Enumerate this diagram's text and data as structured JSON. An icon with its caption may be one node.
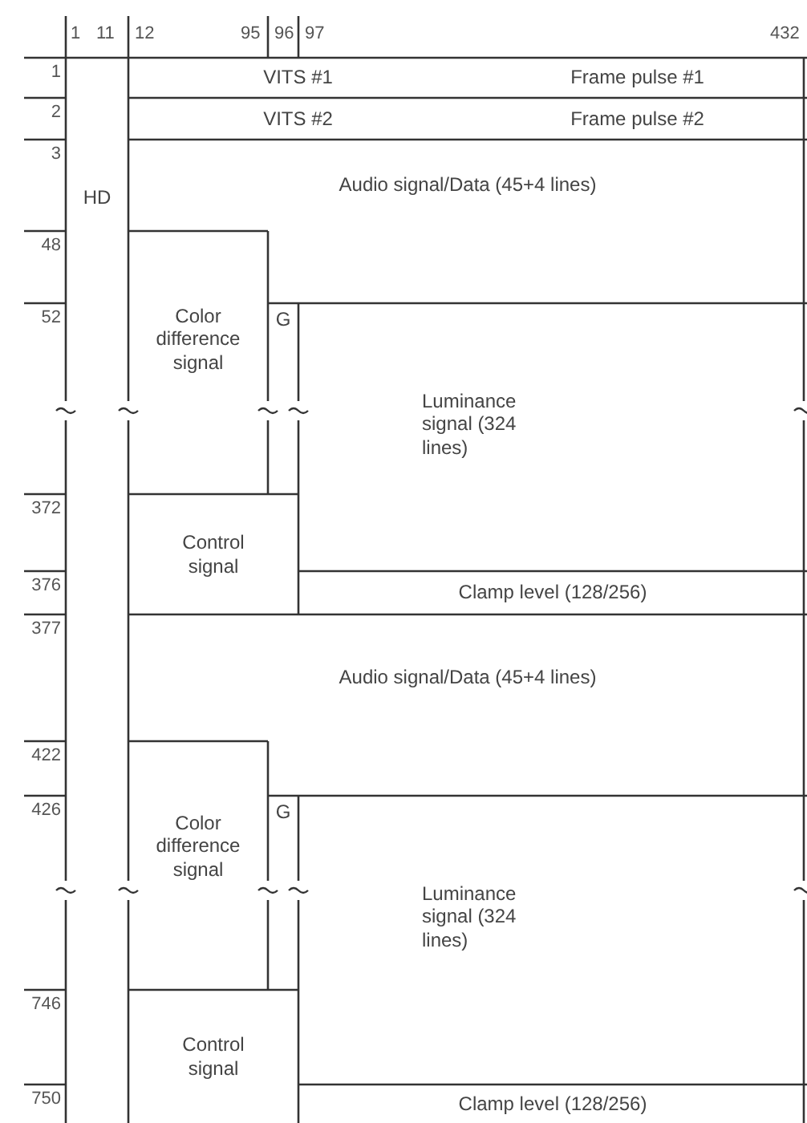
{
  "diagram": {
    "nodes": [
      {
        "text": [
          "HD"
        ]
      },
      {
        "text": [
          "VITS #1",
          "Frame pulse #1"
        ]
      },
      {
        "text": [
          "VITS #2",
          "Frame pulse #2"
        ]
      },
      {
        "text": [
          "Audio signal/Data (45+4 lines)"
        ]
      },
      {
        "text": [
          "Color difference signal"
        ]
      },
      {
        "text": [
          "G"
        ]
      },
      {
        "text": [
          "Luminance signal (324 lines)"
        ]
      },
      {
        "text": [
          "Control signal"
        ]
      },
      {
        "text": [
          "Clamp level (128/256)"
        ]
      },
      {
        "text": [
          "Audio signal/Data (45+4 lines)"
        ]
      },
      {
        "text": [
          "Color difference signal"
        ]
      },
      {
        "text": [
          "G"
        ]
      },
      {
        "text": [
          "Luminance signal (324 lines)"
        ]
      },
      {
        "text": [
          "Control signal"
        ]
      },
      {
        "text": [
          "Clamp level (128/256)"
        ]
      }
    ],
    "labels": [
      "1",
      "11",
      "12",
      "95",
      "96",
      "97",
      "432",
      "1",
      "2",
      "3",
      "48",
      "52",
      "372",
      "376",
      "377",
      "422",
      "426",
      "746",
      "750"
    ]
  }
}
